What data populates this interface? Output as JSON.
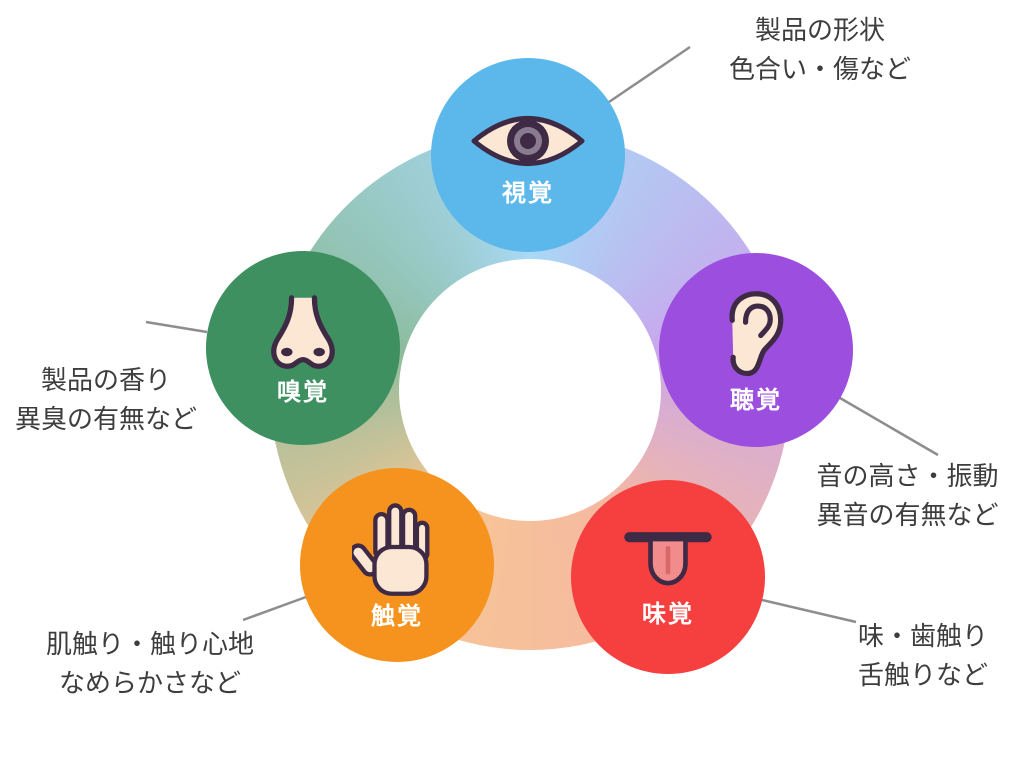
{
  "diagram": {
    "type": "five-senses-inspection",
    "line_color": "#8d8d8d",
    "background": "#ffffff"
  },
  "senses": [
    {
      "id": "sight",
      "label": "視覚",
      "icon": "eye-icon",
      "circle_color": "#5cb8ea",
      "ring_color": "#a8d9f6",
      "note": [
        "製品の形状",
        "色合い・傷など"
      ]
    },
    {
      "id": "hearing",
      "label": "聴覚",
      "icon": "ear-icon",
      "circle_color": "#9c4ede",
      "ring_color": "#c9a7ec",
      "note": [
        "音の高さ・振動",
        "異音の有無など"
      ]
    },
    {
      "id": "taste",
      "label": "味覚",
      "icon": "tongue-icon",
      "circle_color": "#f64040",
      "ring_color": "#f4b8a2",
      "note": [
        "味・歯触り",
        "舌触りなど"
      ]
    },
    {
      "id": "touch",
      "label": "触覚",
      "icon": "hand-icon",
      "circle_color": "#f6921e",
      "ring_color": "#f8c795",
      "note": [
        "肌触り・触り心地",
        "なめらかさなど"
      ]
    },
    {
      "id": "smell",
      "label": "嗅覚",
      "icon": "nose-icon",
      "circle_color": "#3e9060",
      "ring_color": "#8cbc9d",
      "note": [
        "製品の香り",
        "異臭の有無など"
      ]
    }
  ]
}
